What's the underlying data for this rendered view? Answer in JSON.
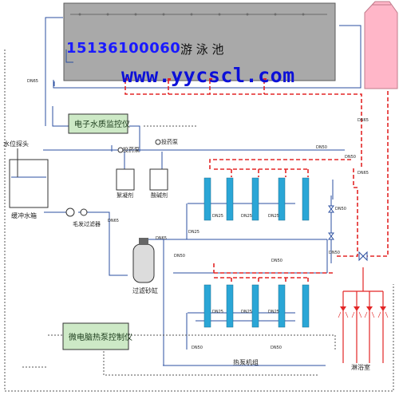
{
  "labels": {
    "pool": "游 泳 池",
    "phone": "15136100060",
    "url": "www.yycscl.com",
    "water_quality_monitor": "电子水质监控仪",
    "heat_pump_controller": "微电脑热泵控制仪",
    "water_level_probe": "水位探头",
    "buffer_tank": "缓冲水箱",
    "hair_filter": "毛发过滤器",
    "sand_filter": "过滤砂缸",
    "dosing_pump_left": "投药泵",
    "dosing_pump_right": "投药泵",
    "coagulant": "絮凝剂",
    "ph_adjuster": "酸碱剂",
    "heat_pump_group": "热泵机组",
    "shower_room": "淋浴室"
  },
  "pipe_labels": {
    "dn65": "DN65",
    "dn50": "DN50",
    "dn25": "DN25"
  },
  "colors": {
    "pool_fill": "#a9a9a9",
    "tank_fill": "#ffb6c8",
    "pipe_blue": "#2b4fa0",
    "pipe_red": "#e32626",
    "controller_fill": "#cde9c6",
    "unit_fill": "#2aa6d6",
    "phone_color": "#1a1aff",
    "url_color": "#0c10d8"
  }
}
